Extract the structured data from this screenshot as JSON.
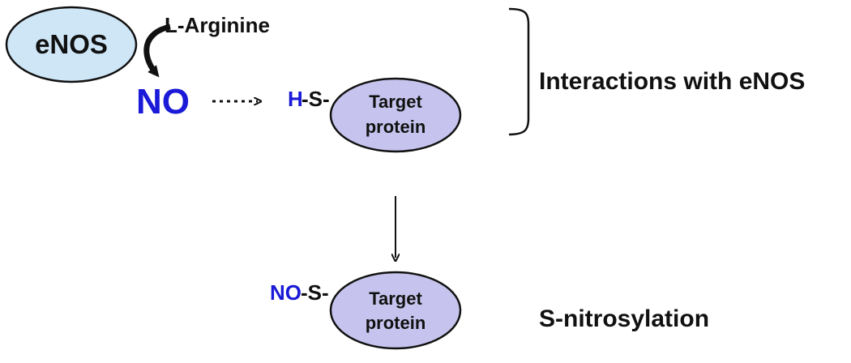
{
  "diagram": {
    "enzyme": "eNOS",
    "substrate": "L-Arginine",
    "product": "NO",
    "thiol_h": "H",
    "thiol_s": "-S-",
    "target_line1": "Target",
    "target_line2": "protein",
    "nitroso_no": "NO",
    "nitroso_s": "-S-",
    "label_interactions": "Interactions with eNOS",
    "label_snitrosylation": "S-nitrosylation"
  },
  "colors": {
    "ellipse_blue": "#cfe6f7",
    "ellipse_purple": "#c6c4ee",
    "no_blue": "#1a1ad8",
    "ink": "#111111"
  }
}
